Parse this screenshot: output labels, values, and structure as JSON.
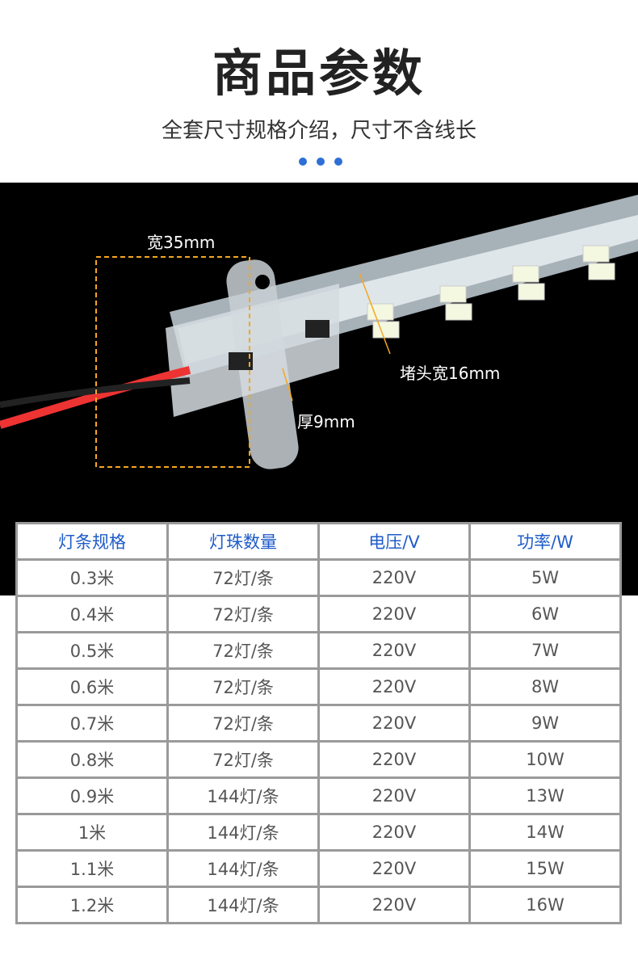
{
  "header": {
    "title": "商品参数",
    "subtitle": "全套尺寸规格介绍，尺寸不含线长",
    "accent": "#2d6fd6"
  },
  "photo": {
    "labels": {
      "width": "宽35mm",
      "cap_width": "堵头宽16mm",
      "thickness": "厚9mm"
    },
    "guide_color": "#f5a623"
  },
  "table": {
    "headers": [
      "灯条规格",
      "灯珠数量",
      "电压/V",
      "功率/W"
    ],
    "rows": [
      [
        "0.3米",
        "72灯/条",
        "220V",
        "5W"
      ],
      [
        "0.4米",
        "72灯/条",
        "220V",
        "6W"
      ],
      [
        "0.5米",
        "72灯/条",
        "220V",
        "7W"
      ],
      [
        "0.6米",
        "72灯/条",
        "220V",
        "8W"
      ],
      [
        "0.7米",
        "72灯/条",
        "220V",
        "9W"
      ],
      [
        "0.8米",
        "72灯/条",
        "220V",
        "10W"
      ],
      [
        "0.9米",
        "144灯/条",
        "220V",
        "13W"
      ],
      [
        "1米",
        "144灯/条",
        "220V",
        "14W"
      ],
      [
        "1.1米",
        "144灯/条",
        "220V",
        "15W"
      ],
      [
        "1.2米",
        "144灯/条",
        "220V",
        "16W"
      ]
    ]
  }
}
